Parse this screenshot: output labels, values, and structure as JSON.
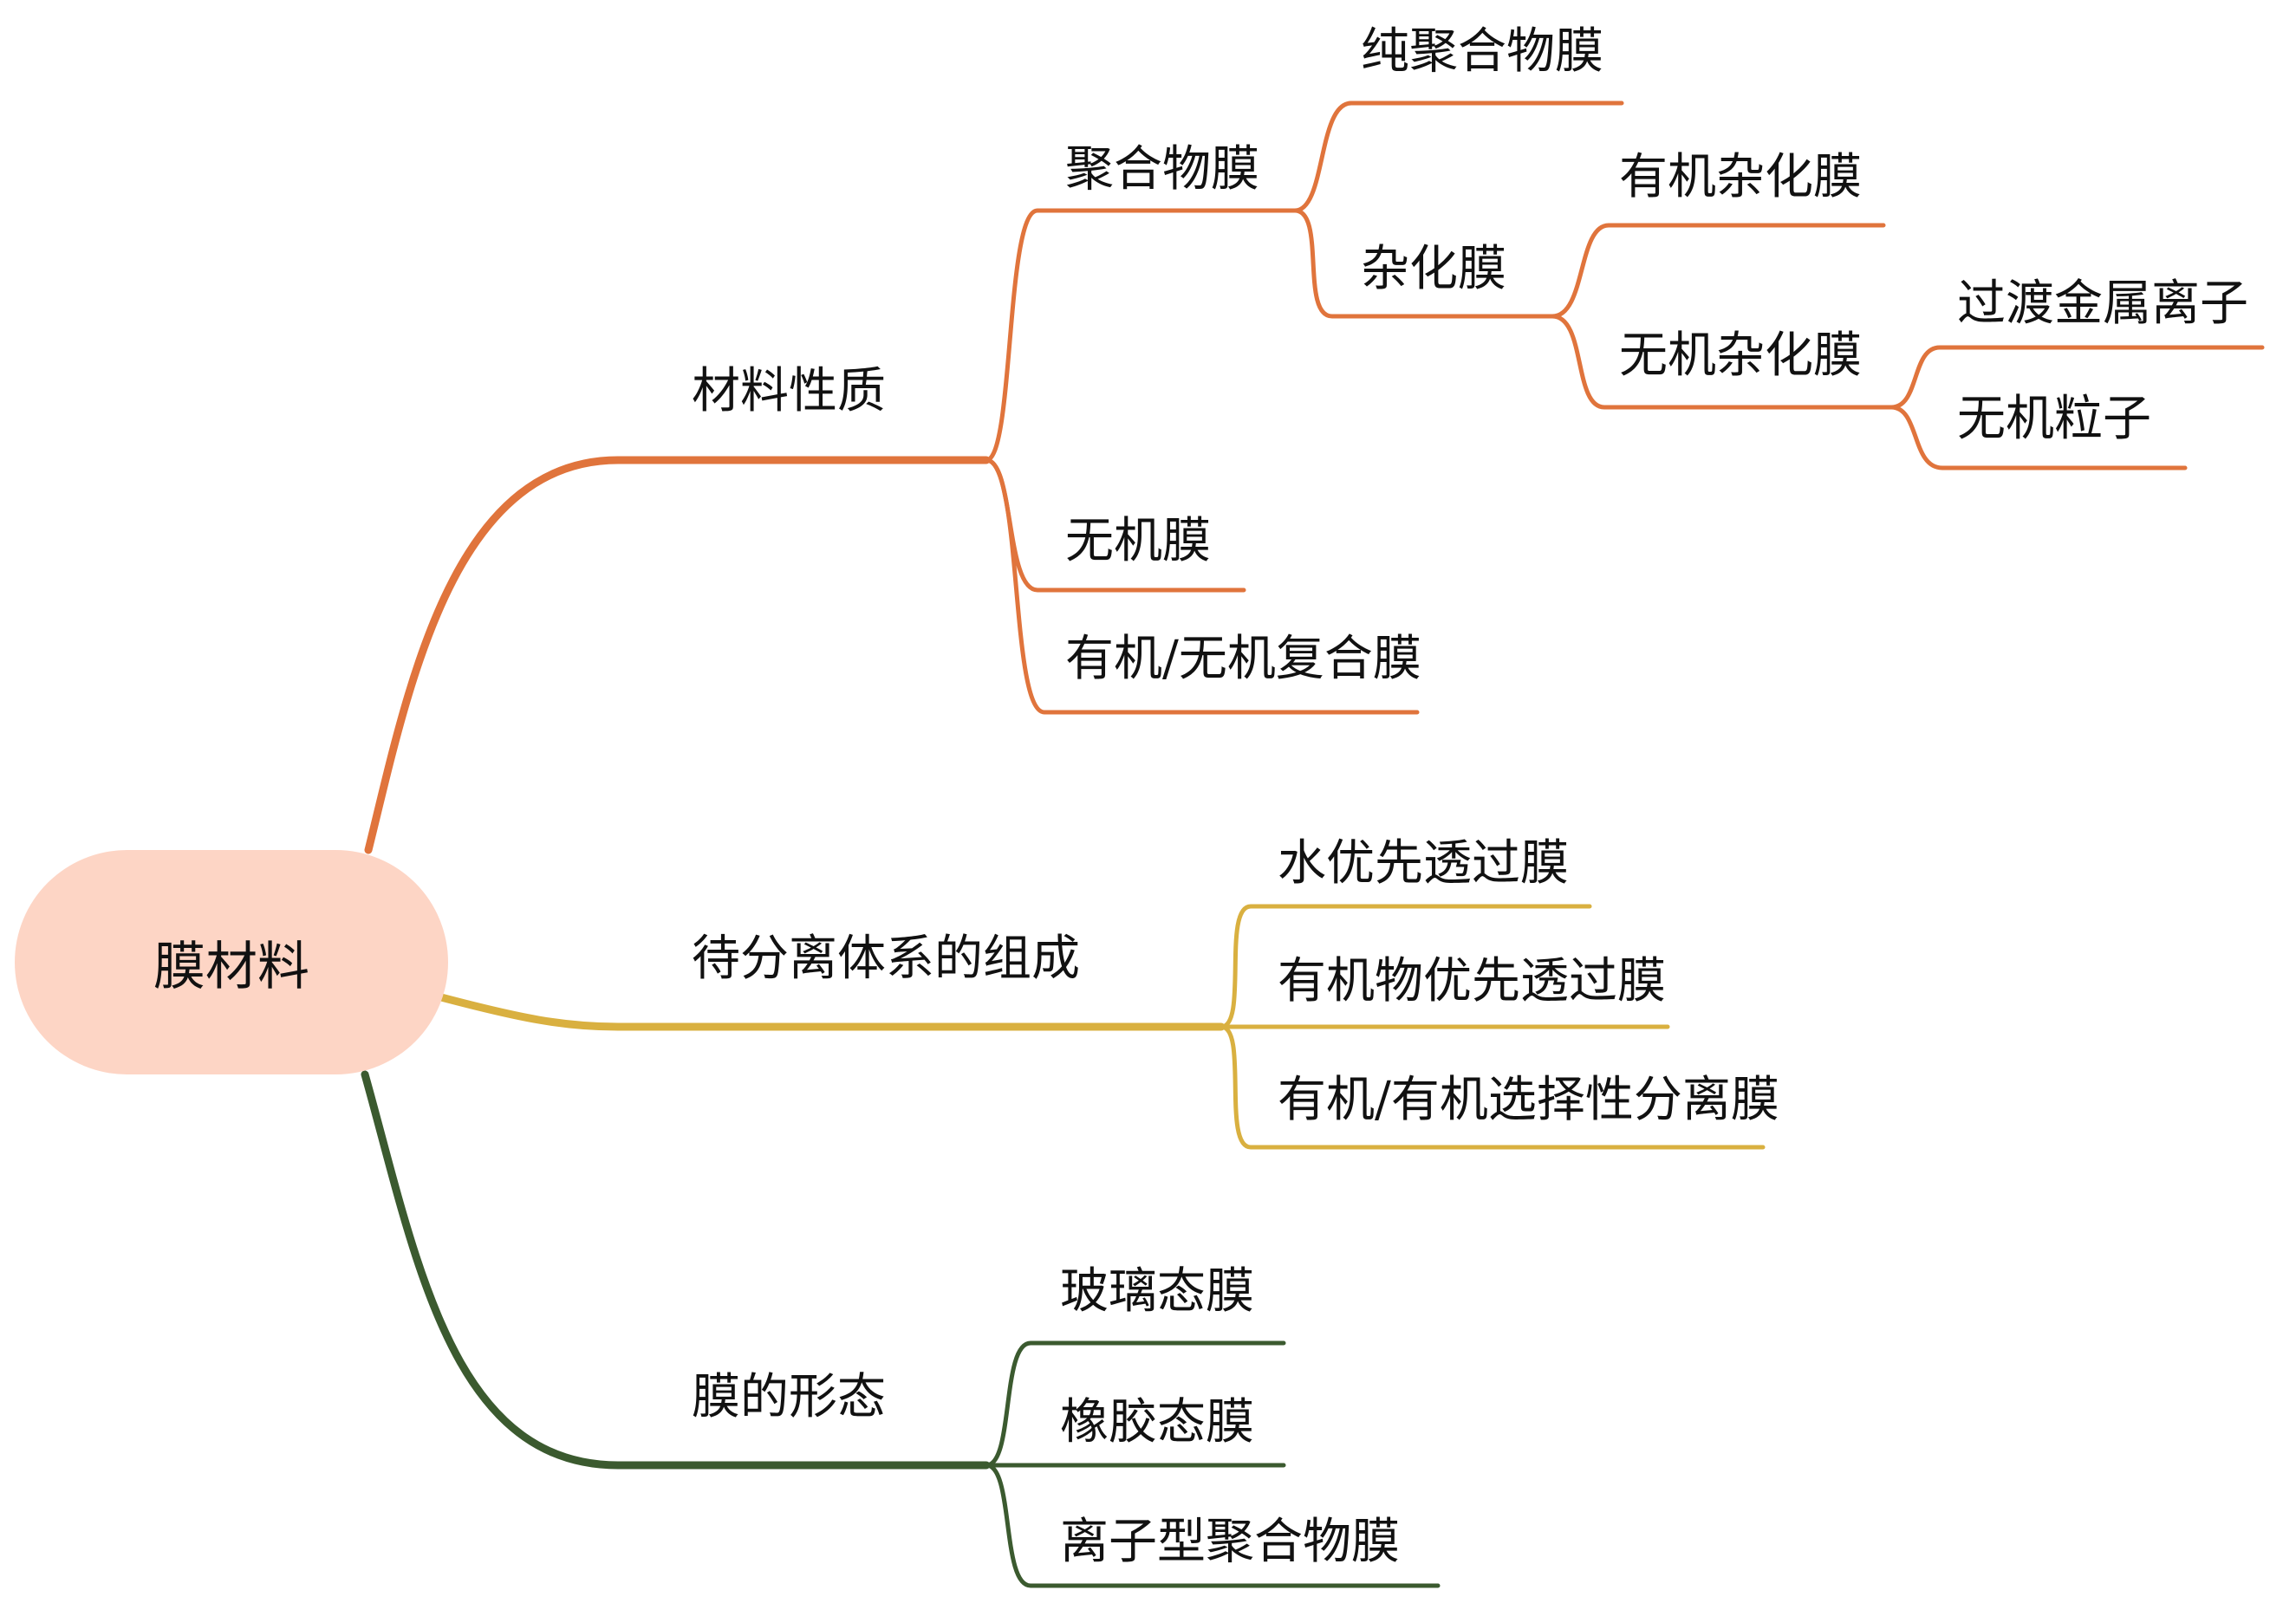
{
  "colors": {
    "material": "#e0743c",
    "system": "#d9b040",
    "form": "#3b5a2f",
    "root_fill": "#fdd5c5"
  },
  "root": "膜材料",
  "material": {
    "label": "材料性质",
    "polymer": {
      "label": "聚合物膜",
      "pure": "纯聚合物膜",
      "hybrid": {
        "label": "杂化膜",
        "organic": "有机杂化膜",
        "inorganic": {
          "label": "无机杂化膜",
          "metal_ion": "过渡金属离子",
          "particle": "无机粒子"
        }
      }
    },
    "inorganic": "无机膜",
    "composite": "有机/无机复合膜"
  },
  "system": {
    "label": "待分离体系的组成",
    "water": "水优先透过膜",
    "organic": "有机物优先透过膜",
    "org_org": "有机/有机选择性分离膜"
  },
  "form": {
    "label": "膜的形态",
    "glassy": "玻璃态膜",
    "rubbery": "橡胶态膜",
    "ionic": "离子型聚合物膜"
  }
}
